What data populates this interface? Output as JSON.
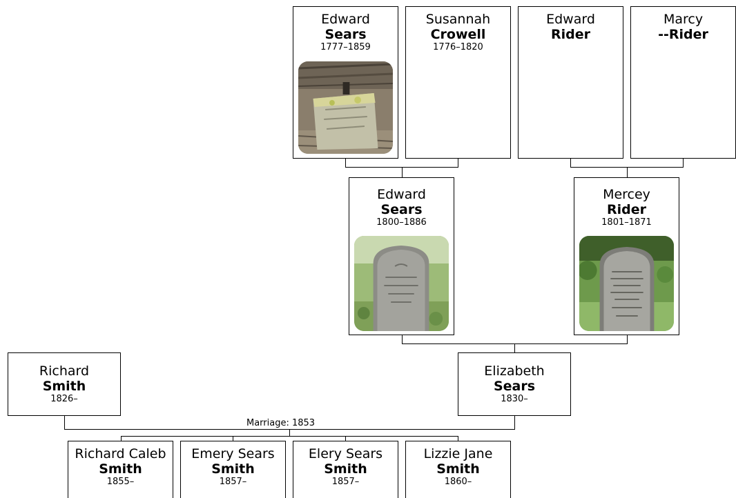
{
  "people": {
    "edward_sears_sr": {
      "given": "Edward",
      "surname": "Sears",
      "years": "1777–1859"
    },
    "susannah_crowell": {
      "given": "Susannah",
      "surname": "Crowell",
      "years": "1776–1820"
    },
    "edward_rider": {
      "given": "Edward",
      "surname": "Rider",
      "years": ""
    },
    "marcy_rider": {
      "given": "Marcy",
      "surname": "--Rider",
      "years": ""
    },
    "edward_sears_jr": {
      "given": "Edward",
      "surname": "Sears",
      "years": "1800–1886"
    },
    "mercey_rider": {
      "given": "Mercey",
      "surname": "Rider",
      "years": "1801–1871"
    },
    "richard_smith": {
      "given": "Richard",
      "surname": "Smith",
      "years": "1826–"
    },
    "elizabeth_sears": {
      "given": "Elizabeth",
      "surname": "Sears",
      "years": "1830–"
    },
    "richard_caleb_smith": {
      "given": "Richard Caleb",
      "surname": "Smith",
      "years": "1855–"
    },
    "emery_sears_smith": {
      "given": "Emery Sears",
      "surname": "Smith",
      "years": "1857–"
    },
    "elery_sears_smith": {
      "given": "Elery Sears",
      "surname": "Smith",
      "years": "1857–"
    },
    "lizzie_jane_smith": {
      "given": "Lizzie Jane",
      "surname": "Smith",
      "years": "1860–"
    }
  },
  "marriage_label": "Marriage: 1853",
  "photos": {
    "edward_sears_sr": "weathered-gravestone-photo",
    "edward_sears_jr": "gravestone-photo",
    "mercey_rider": "gravestone-photo"
  }
}
